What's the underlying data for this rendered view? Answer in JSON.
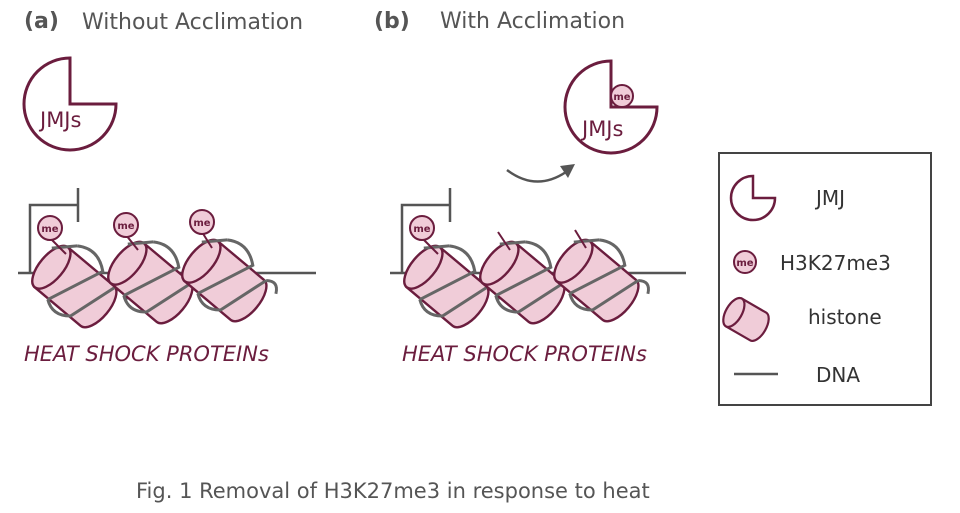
{
  "panel_a": {
    "letter": "(a)",
    "title": "Without Acclimation",
    "enzyme_label": "JMJs",
    "gene_label": "HEAT SHOCK PROTEINs",
    "mark_label": "me"
  },
  "panel_b": {
    "letter": "(b)",
    "title": "With Acclimation",
    "enzyme_label": "JMJs",
    "gene_label": "HEAT SHOCK PROTEINs",
    "mark_label": "me"
  },
  "legend": {
    "items": [
      {
        "label": "JMJ",
        "icon": "jmj-enzyme-icon"
      },
      {
        "label": "H3K27me3",
        "icon": "methyl-mark-icon"
      },
      {
        "label": "histone",
        "icon": "histone-icon"
      },
      {
        "label": "DNA",
        "icon": "dna-line-icon"
      }
    ],
    "me_label": "me"
  },
  "caption": "Fig. 1 Removal of H3K27me3 in response to heat",
  "colors": {
    "primary": "#6b1d3e",
    "fill": "#f0ccd8",
    "dna": "#555555",
    "gray_text": "#555555"
  }
}
